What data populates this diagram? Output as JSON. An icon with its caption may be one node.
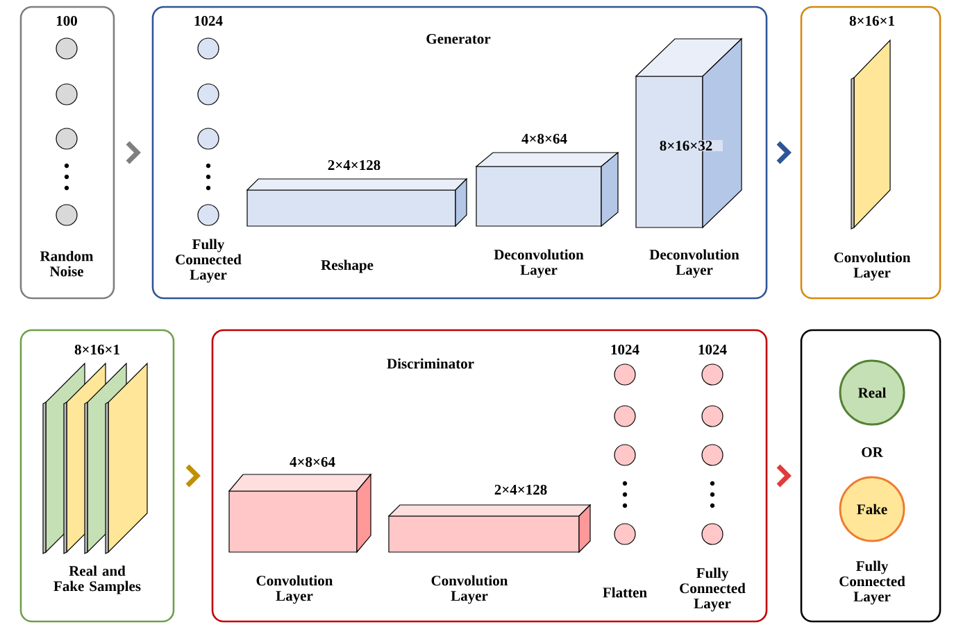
{
  "diagram": {
    "nodes": [
      {
        "text": [
          "100",
          "Random Noise"
        ]
      },
      {
        "text": [
          "Generator"
        ]
      },
      {
        "text": [
          "1024",
          "Fully Connected Layer"
        ],
        "in": 1
      },
      {
        "text": [
          "2×4×128",
          "Reshape"
        ],
        "in": 1
      },
      {
        "text": [
          "4×8×64",
          "Deconvolution Layer"
        ],
        "in": 1
      },
      {
        "text": [
          "8×16×32",
          "Deconvolution Layer"
        ],
        "in": 1
      },
      {
        "text": [
          "8×16×1",
          "Convolution Layer"
        ]
      },
      {
        "text": [
          "8×16×1",
          "Real and Fake Samples"
        ]
      },
      {
        "text": [
          "Discriminator"
        ]
      },
      {
        "text": [
          "4×8×64",
          "Convolution Layer"
        ],
        "in": 8
      },
      {
        "text": [
          "2×4×128",
          "Convolution Layer"
        ],
        "in": 8
      },
      {
        "text": [
          "1024",
          "Flatten"
        ],
        "in": 8
      },
      {
        "text": [
          "1024",
          "Fully Connected Layer"
        ],
        "in": 8
      },
      {
        "text": [
          "OR",
          "Fully Connected Layer"
        ]
      },
      {
        "text": [
          "Real"
        ],
        "in": 13
      },
      {
        "text": [
          "Fake"
        ],
        "in": 13
      }
    ],
    "edges": [
      {
        "from": 0,
        "to": 1,
        "arrow": "to",
        "color": "#7f7f7f"
      },
      {
        "from": 1,
        "to": 6,
        "arrow": "to",
        "color": "#2f5597"
      },
      {
        "from": 7,
        "to": 8,
        "arrow": "to",
        "color": "#bf9000"
      },
      {
        "from": 8,
        "to": 13,
        "arrow": "to",
        "color": "#e03c3c"
      }
    ]
  }
}
